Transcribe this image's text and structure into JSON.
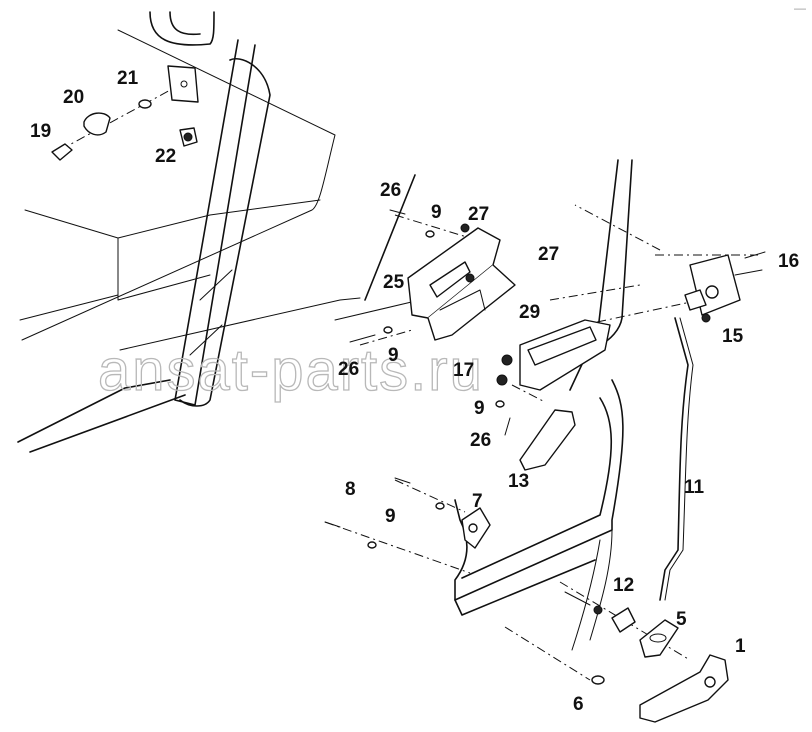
{
  "callouts": [
    "1",
    "5",
    "6",
    "7",
    "8",
    "9",
    "9",
    "9",
    "9",
    "11",
    "12",
    "13",
    "15",
    "16",
    "17",
    "19",
    "20",
    "21",
    "22",
    "25",
    "26",
    "26",
    "26",
    "27",
    "27",
    "29"
  ],
  "watermark": "ansat-parts.ru",
  "corner_mark": "—"
}
